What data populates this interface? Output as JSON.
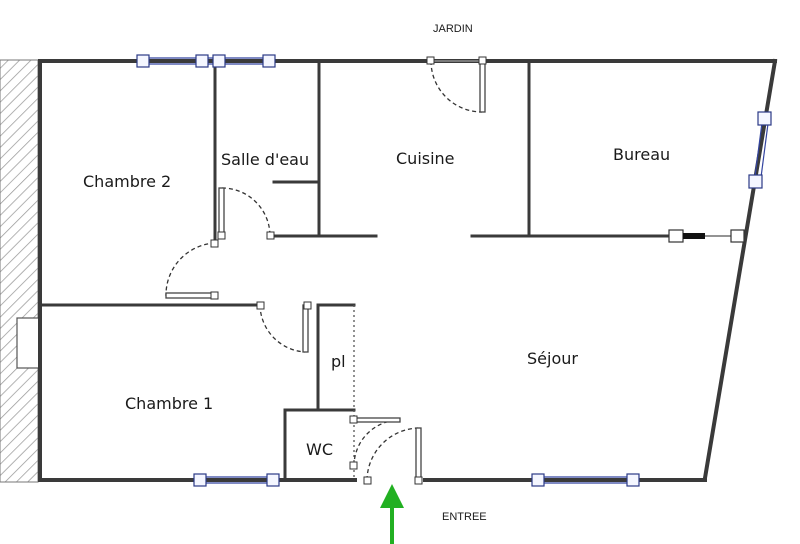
{
  "labels": {
    "jardin": "JARDIN",
    "entree": "ENTREE",
    "chambre2": "Chambre 2",
    "salle_deau": "Salle d'eau",
    "cuisine": "Cuisine",
    "bureau": "Bureau",
    "sejour": "Séjour",
    "chambre1": "Chambre 1",
    "pl": "pl",
    "wc": "WC"
  },
  "colors": {
    "wall": "#3a3a3a",
    "window": "#2b3a86",
    "entry_arrow": "#22b022",
    "hatch": "#999999"
  }
}
